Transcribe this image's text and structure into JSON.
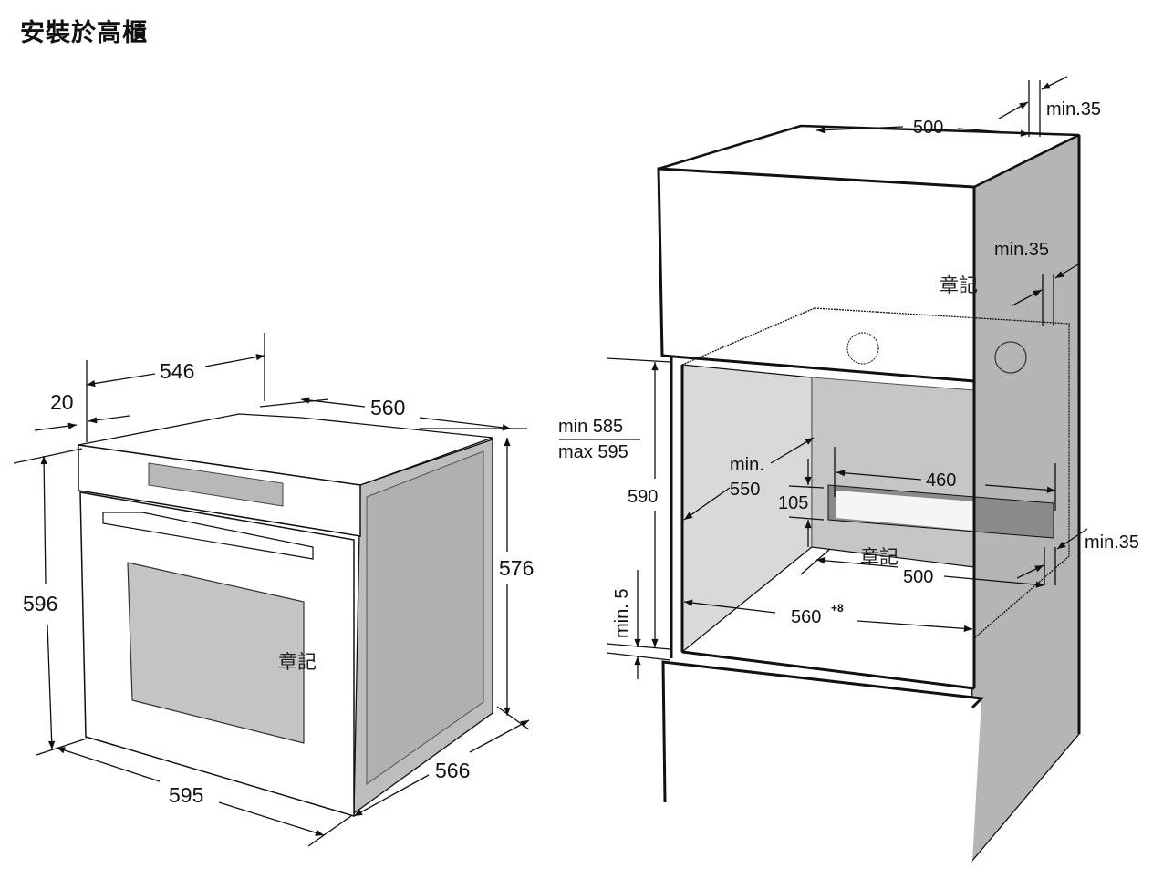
{
  "title": "安裝於高櫃",
  "watermark": "章記",
  "oven": {
    "depth_546": "546",
    "front_20": "20",
    "depth_560": "560",
    "height_596": "596",
    "height_576": "576",
    "width_595": "595",
    "depth_566": "566"
  },
  "cabinet": {
    "top_500": "500",
    "min35_top": "min.35",
    "min35_mid": "min.35",
    "min35_bottom": "min.35",
    "niche_min_label": "min 585",
    "niche_max_label": "max 595",
    "height_590": "590",
    "depth_min": "min.",
    "depth_550": "550",
    "vent_105": "105",
    "vent_460": "460",
    "floor_500": "500",
    "width_560": "560",
    "width_tolerance": "+8",
    "gap_min5": "min. 5"
  }
}
